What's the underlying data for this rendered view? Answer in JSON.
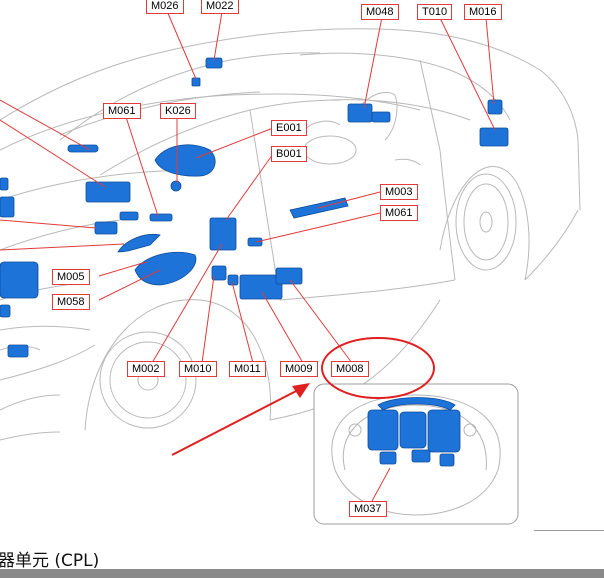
{
  "diagram": {
    "labels": {
      "m026": "M026",
      "m022": "M022",
      "m048": "M048",
      "t010": "T010",
      "m016": "M016",
      "m061a": "M061",
      "k026": "K026",
      "e001": "E001",
      "b001": "B001",
      "m003": "M003",
      "m061b": "M061",
      "m005": "M005",
      "m058": "M058",
      "m002": "M002",
      "m010": "M010",
      "m011": "M011",
      "m009": "M009",
      "m008": "M008",
      "m037": "M037"
    },
    "caption": "器单元 (CPL)",
    "colors": {
      "component": "#1e73d8",
      "leader": "#e23b3b",
      "outline": "#b5b5b5",
      "annotation": "#e02020"
    }
  }
}
